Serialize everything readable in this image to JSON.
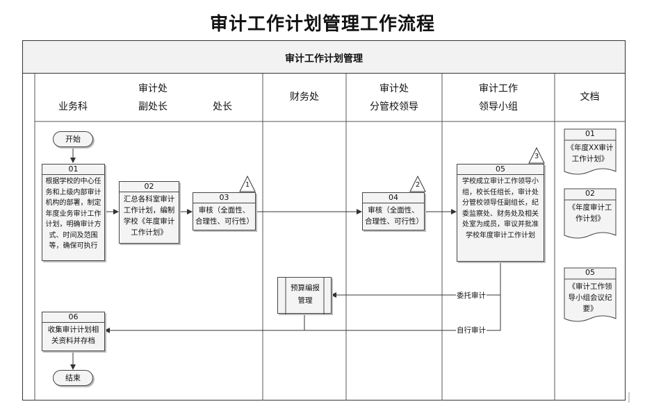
{
  "title": "审计工作计划管理工作流程",
  "subtitle": "审计工作计划管理",
  "lanes": {
    "group_top": "审计处",
    "business": "业务科",
    "deputy": "副处长",
    "director": "处长",
    "finance": "财务处",
    "leader_l1": "审计处",
    "leader_l2": "分管校领导",
    "group_l1": "审计工作",
    "group_l2": "领导小组",
    "docs": "文档"
  },
  "nodes": {
    "start": "开始",
    "end": "结束",
    "n01": {
      "id": "01",
      "text": "根据学校的中心任务和上级内部审计机构的部署，制定年度业务审计工作计划，明确审计方式、时间及范围等，确保可执行"
    },
    "n02": {
      "id": "02",
      "text": "汇总各科室审计工作计划，编制学校《年度审计工作计划》"
    },
    "n03": {
      "id": "03",
      "text": "审核（全面性、合理性、可行性）",
      "mark": "1"
    },
    "n04": {
      "id": "04",
      "text": "审核（全面性、合理性、可行性）",
      "mark": "2"
    },
    "n05": {
      "id": "05",
      "text": "学校成立审计工作领导小组，校长任组长，审计处分管校领导任副组长，纪委监察处、财务处及相关处室为成员，审议并批准学校年度审计工作计划",
      "mark": "3"
    },
    "n06": {
      "id": "06",
      "text": "收集审计计划相关资料并存档"
    },
    "budget": "预算编报管理"
  },
  "edges": {
    "entrust": "委托审计",
    "self": "自行审计"
  },
  "documents": [
    {
      "id": "01",
      "text": "《年度XX审计工作计划》"
    },
    {
      "id": "02",
      "text": "《年度审计工作计划》"
    },
    {
      "id": "05",
      "text": "《审计工作领导小组会议纪要》"
    }
  ]
}
